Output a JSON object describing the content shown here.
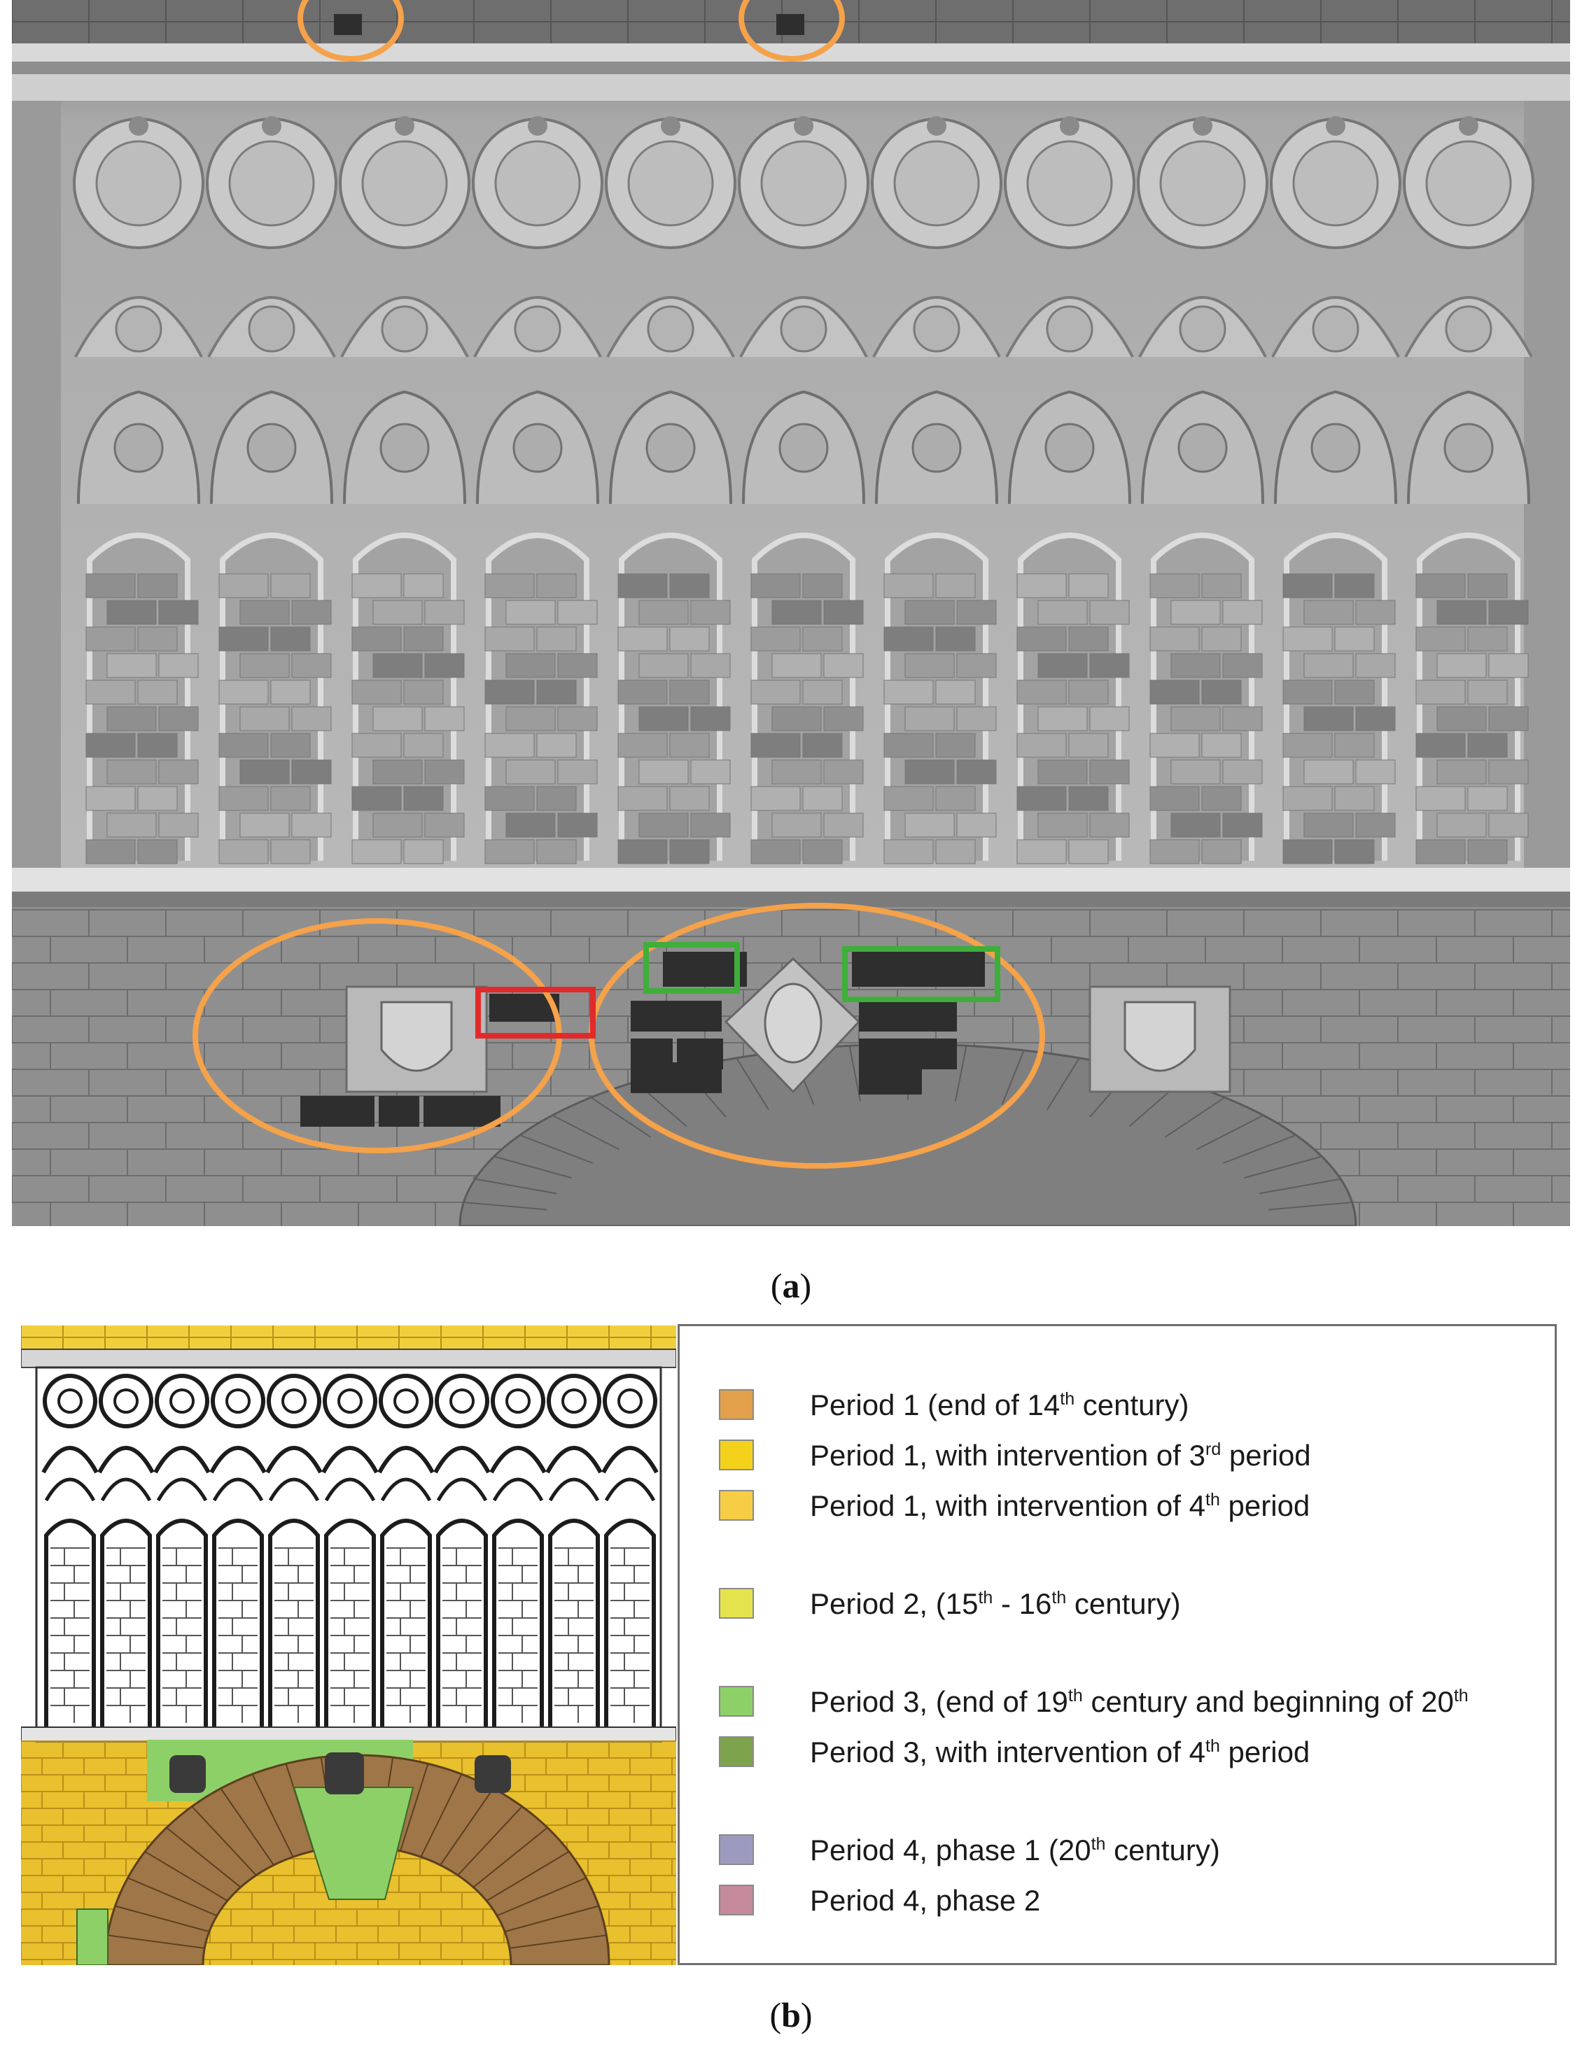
{
  "panel_a": {
    "label": "a",
    "highlight_colors": {
      "orange": "#f5a24a",
      "red": "#e32a2a",
      "green": "#3fae3a"
    }
  },
  "panel_b": {
    "label": "b",
    "legend": [
      {
        "color": "#e2a04a",
        "pre": "Period 1 (end of 14",
        "sup1": "th",
        "mid": " century)",
        "sup2": "",
        "post": ""
      },
      {
        "color": "#f4d21b",
        "pre": "Period 1, with intervention of 3",
        "sup1": "rd",
        "mid": " period",
        "sup2": "",
        "post": ""
      },
      {
        "color": "#f6cd45",
        "pre": "Period 1, with intervention of 4",
        "sup1": "th",
        "mid": " period",
        "sup2": "",
        "post": ""
      },
      {
        "color": "#e4e34e",
        "pre": "Period 2, (15",
        "sup1": "th",
        "mid": " - 16",
        "sup2": "th",
        "post": " century)"
      },
      {
        "color": "#8ed068",
        "pre": "Period 3, (end of 19",
        "sup1": "th",
        "mid": " century and beginning of 20",
        "sup2": "th",
        "post": ""
      },
      {
        "color": "#7da34c",
        "pre": "Period 3, with intervention of 4",
        "sup1": "th",
        "mid": " period",
        "sup2": "",
        "post": ""
      },
      {
        "color": "#9c9bbf",
        "pre": "Period 4, phase 1 (20",
        "sup1": "th",
        "mid": " century)",
        "sup2": "",
        "post": ""
      },
      {
        "color": "#c58a9c",
        "pre": "Period 4, phase 2",
        "sup1": "",
        "mid": "",
        "sup2": "",
        "post": ""
      }
    ]
  }
}
